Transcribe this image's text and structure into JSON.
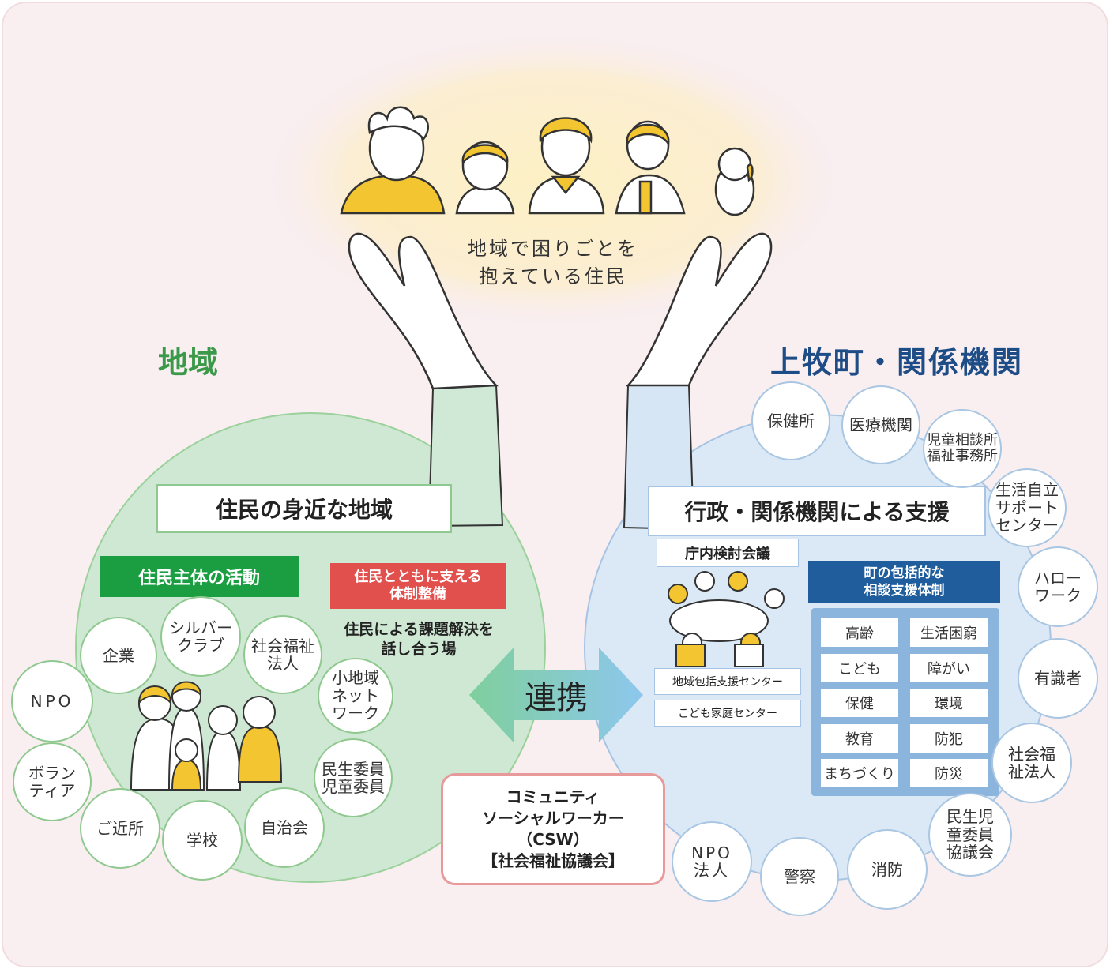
{
  "colors": {
    "community_green": "#3a9a4a",
    "admin_blue": "#1e4c86",
    "red_label": "#e2504e",
    "green_label": "#1b9e42",
    "navy_label": "#1f5d9c"
  },
  "top": {
    "caption": "地域で困りごとを\n抱えている住民"
  },
  "left": {
    "heading": "地域",
    "title": "住民の身近な地域",
    "green_label": "住民主体の活動",
    "red_label": "住民とともに支える\n体制整備",
    "discussion": "住民による課題解決を\n話し合う場",
    "circles": [
      "企業",
      "シルバー\nクラブ",
      "社会福祉\n法人",
      "NPO",
      "小地域\nネット\nワーク",
      "ボラン\nティア",
      "民生委員\n児童委員",
      "ご近所",
      "学校",
      "自治会"
    ]
  },
  "center": {
    "link": "連携",
    "csw": "コミュニティ\nソーシャルワーカー\n（CSW）\n【社会福祉協議会】"
  },
  "right": {
    "heading": "上牧町・関係機関",
    "title": "行政・関係機関による支援",
    "meeting": "庁内検討会議",
    "center1": "地域包括支援センター",
    "center2": "こども家庭センター",
    "system_label": "町の包括的な\n相談支援体制",
    "system_cells": [
      "高齢",
      "生活困窮",
      "こども",
      "障がい",
      "保健",
      "環境",
      "教育",
      "防犯",
      "まちづくり",
      "防災"
    ],
    "circles": [
      "保健所",
      "医療機関",
      "児童相談所\n福祉事務所",
      "生活自立\nサポート\nセンター",
      "ハロー\nワーク",
      "有識者",
      "社会福\n祉法人",
      "民生児\n童委員\n協議会",
      "消防",
      "警察",
      "NPO\n法人"
    ]
  }
}
